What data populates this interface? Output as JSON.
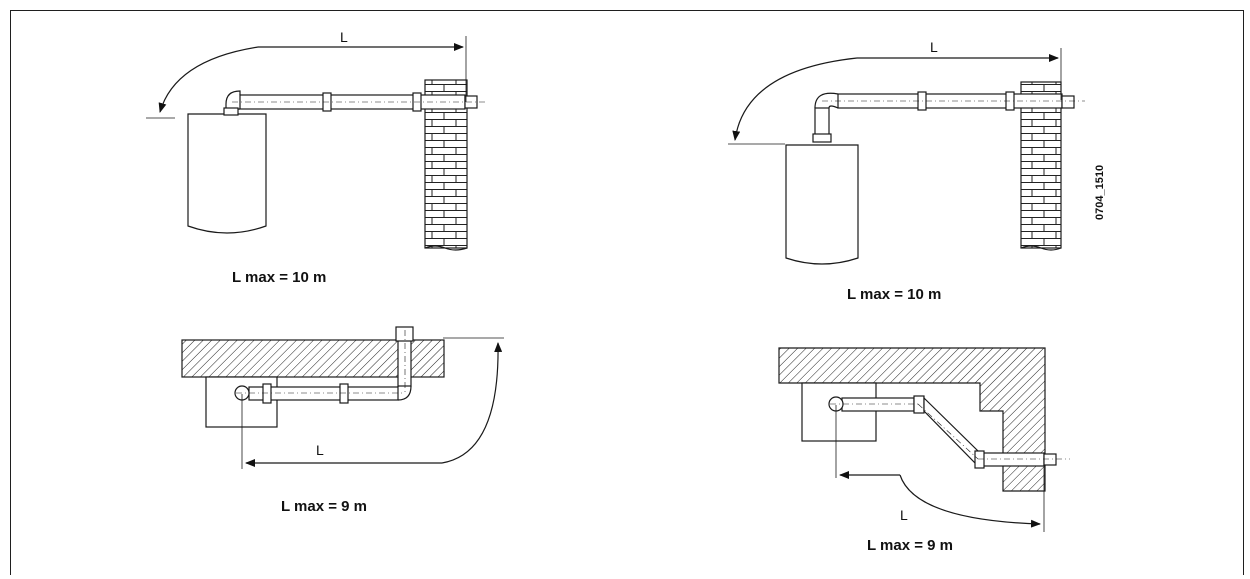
{
  "figure_code": "0704_1510",
  "diagrams": [
    {
      "id": "top-left",
      "dimension_label": "L",
      "caption": "L max = 10 m"
    },
    {
      "id": "top-right",
      "dimension_label": "L",
      "caption": "L max = 10 m"
    },
    {
      "id": "bottom-left",
      "dimension_label": "L",
      "caption": "L max = 9 m"
    },
    {
      "id": "bottom-right",
      "dimension_label": "L",
      "caption": "L max = 9 m"
    }
  ]
}
